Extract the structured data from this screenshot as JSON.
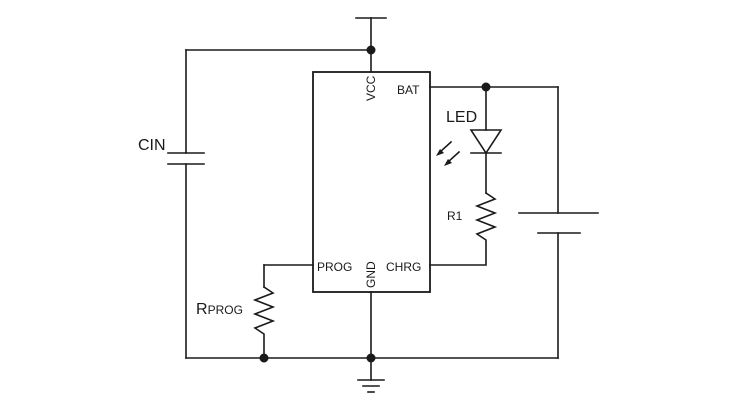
{
  "diagram": {
    "chip": {
      "pins": {
        "vcc": "VCC",
        "bat": "BAT",
        "prog": "PROG",
        "gnd": "GND",
        "chrg": "CHRG"
      }
    },
    "components": {
      "cin": "CIN",
      "led": "LED",
      "r1": "R1",
      "rprog_main": "R",
      "rprog_sub": "PROG"
    }
  }
}
